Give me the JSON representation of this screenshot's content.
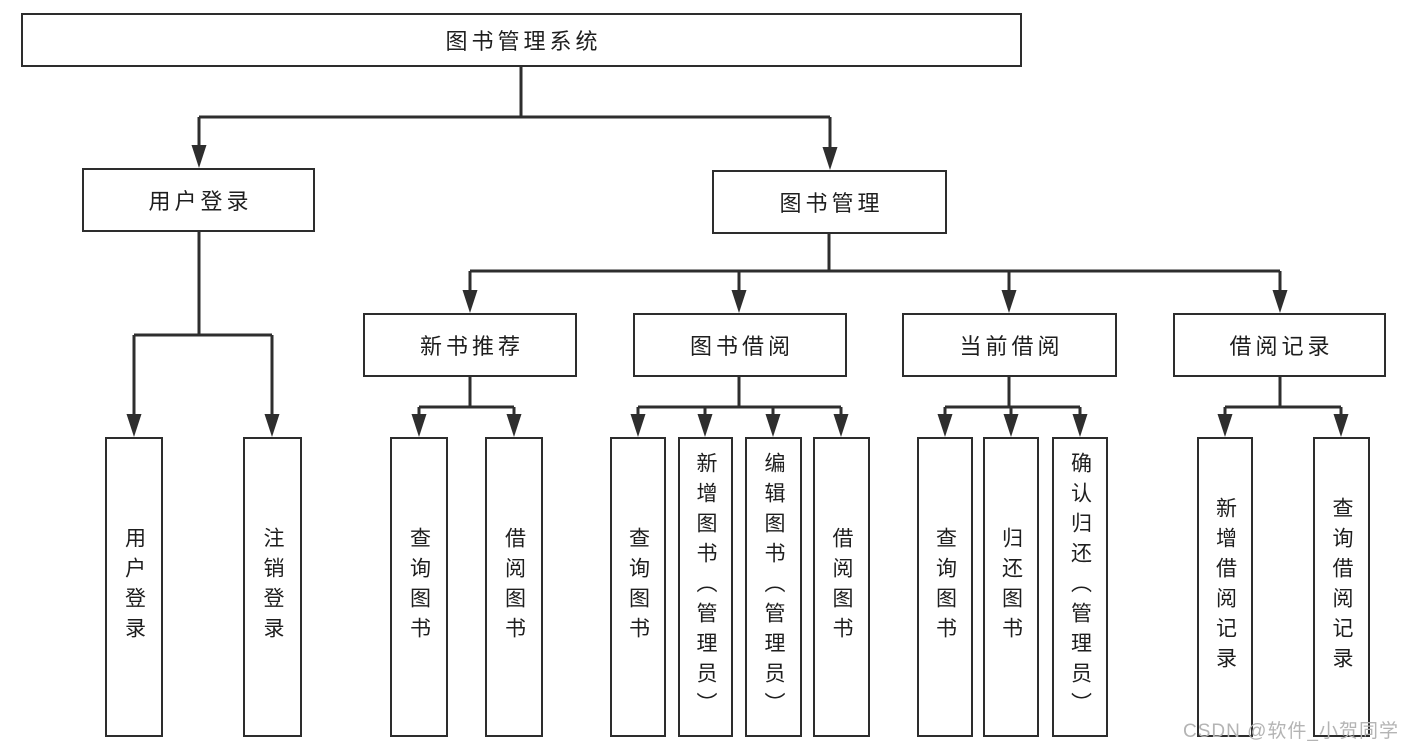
{
  "diagram": {
    "root": "图书管理系统",
    "branches": [
      {
        "label": "用户登录",
        "leaves": [
          "用户登录",
          "注销登录"
        ]
      },
      {
        "label": "图书管理",
        "sections": [
          {
            "label": "新书推荐",
            "leaves": [
              "查询图书",
              "借阅图书"
            ]
          },
          {
            "label": "图书借阅",
            "leaves": [
              "查询图书",
              "新增图书（管理员）",
              "编辑图书（管理员）",
              "借阅图书"
            ]
          },
          {
            "label": "当前借阅",
            "leaves": [
              "查询图书",
              "归还图书",
              "确认归还（管理员）"
            ]
          },
          {
            "label": "借阅记录",
            "leaves": [
              "新增借阅记录",
              "查询借阅记录"
            ]
          }
        ]
      }
    ]
  },
  "watermark": "CSDN @软件_小贺同学",
  "colors": {
    "line": "#2e2e2e",
    "border": "#2d2d2d",
    "text": "#1e1e1e",
    "watermark": "#b4b4b4",
    "background": "#ffffff"
  }
}
